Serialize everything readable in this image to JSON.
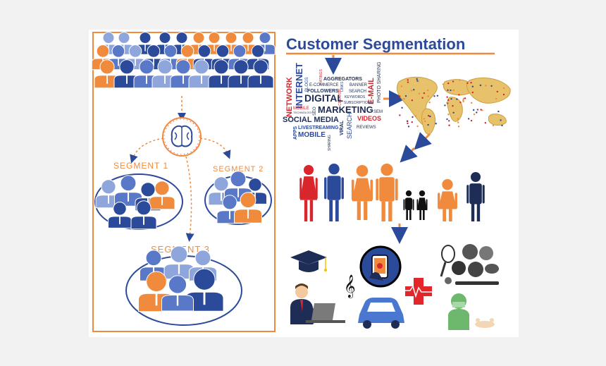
{
  "title": "Customer Segmentation",
  "segments": [
    {
      "label": "SEGMENT 1"
    },
    {
      "label": "SEGMENT 2"
    },
    {
      "label": "SEGMENT 3"
    }
  ],
  "word_cloud": {
    "network": "NETWORK",
    "internet": "INTERNET",
    "blogs": "BLOGS",
    "ratings": "RATINGS",
    "aggregators": "AGGREGATORS",
    "ecommerce": "E-COMMERCE",
    "links": "LINKS",
    "banner": "BANNER",
    "email": "E-MAIL",
    "followers": "FOLLOWERS",
    "creator": "CREATOR",
    "search_small": "SEARCH",
    "photo_sharing": "PHOTO SHARING",
    "mobile_small": "MOBILE",
    "digital": "DIGITAL",
    "keywords": "KEYWORDS",
    "technology": "TECHNOLOGY",
    "seo": "SEO",
    "subscriptions": "SUBSCRIPTIONS",
    "marketing": "MARKETING",
    "sem": "SEM",
    "social_media": "SOCIAL MEDIA",
    "videos": "VIDEOS",
    "apps": "APPS",
    "livestreaming": "LIVESTREAMING",
    "viral": "VIRAL",
    "search_vertical": "SEARCH",
    "reviews": "REVIEWS",
    "mobile_big": "MOBILE",
    "sharing": "SHARING"
  },
  "colors": {
    "accent_orange": "#f08a3c",
    "primary_blue": "#2b4a9a",
    "mid_blue": "#5a78c8",
    "light_blue": "#8ea6dc",
    "red": "#d9262c",
    "dark_navy": "#1e2d55"
  },
  "icons": [
    "brain-icon",
    "world-map-icon",
    "graduation-cap-icon",
    "smartphone-icon",
    "music-note-icon",
    "medical-cross-icon",
    "sports-balls-icon",
    "businessman-laptop-icon",
    "car-icon",
    "surgeon-icon"
  ]
}
